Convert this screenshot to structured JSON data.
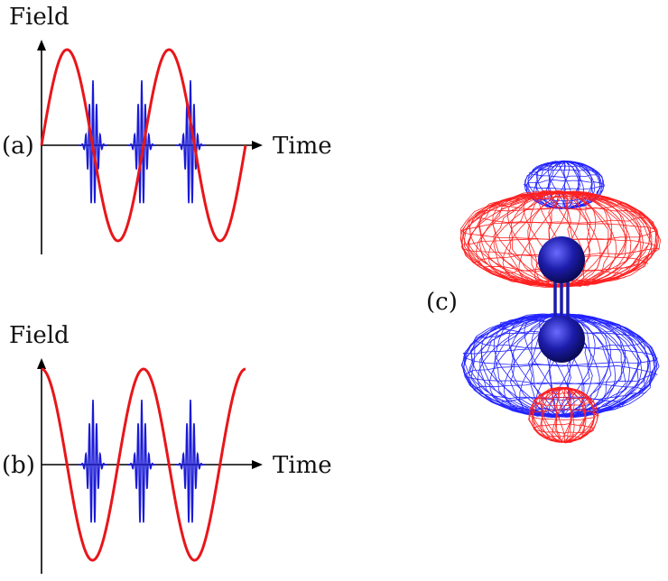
{
  "panel_a": {
    "label": "(a)",
    "y_axis_label": "Field",
    "x_axis_label": "Time",
    "wave": "sine",
    "pulse_count": 3
  },
  "panel_b": {
    "label": "(b)",
    "y_axis_label": "Field",
    "x_axis_label": "Time",
    "wave": "cosine",
    "pulse_count": 3
  },
  "panel_c": {
    "label": "(c)"
  },
  "colors": {
    "driving_field": "#e8161a",
    "pulses": "#1a1ad6",
    "lobe_red": "#ff2020",
    "lobe_blue": "#2323ff",
    "atom": "#1c1caa"
  }
}
